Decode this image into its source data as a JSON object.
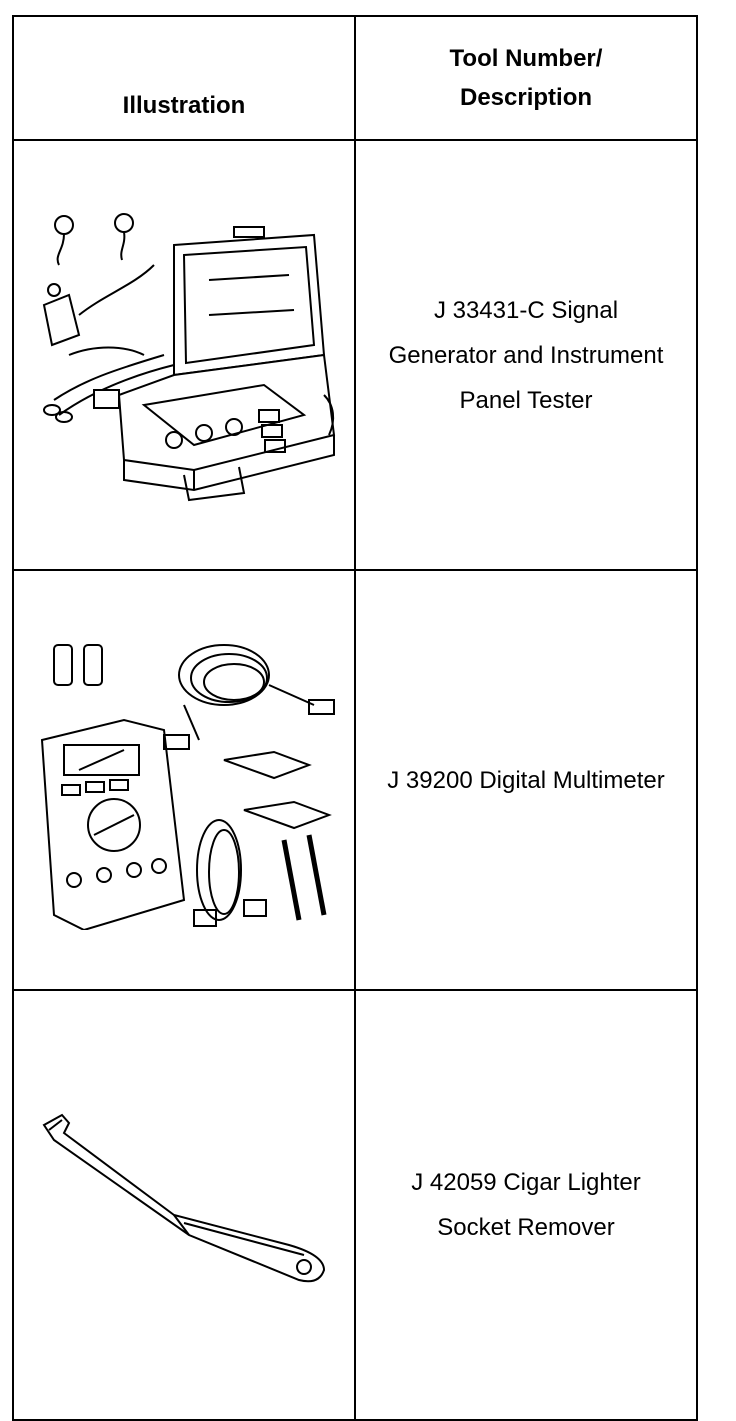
{
  "table": {
    "headers": {
      "illustration": "Illustration",
      "tool_number_line1": "Tool Number/",
      "tool_number_line2": "Description"
    },
    "rows": [
      {
        "illustration_icon": "signal-generator-kit-icon",
        "description": "J 33431-C Signal Generator and Instrument Panel Tester"
      },
      {
        "illustration_icon": "digital-multimeter-kit-icon",
        "description": "J 39200 Digital Multimeter"
      },
      {
        "illustration_icon": "socket-remover-tool-icon",
        "description": "J 42059 Cigar Lighter Socket Remover"
      }
    ]
  }
}
